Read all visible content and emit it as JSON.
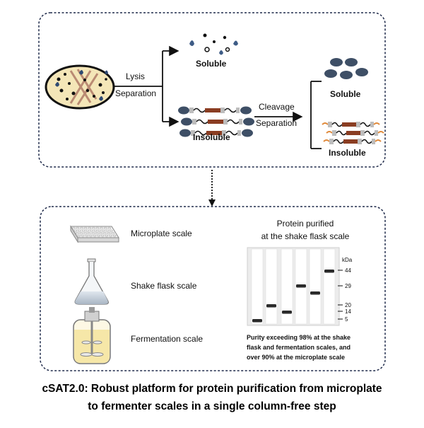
{
  "top_panel": {
    "lysis": "Lysis",
    "separation": "Separation",
    "soluble_upper": "Soluble",
    "insoluble_mid": "Insoluble",
    "cleavage": "Cleavage",
    "separation2": "Separation",
    "soluble_right": "Soluble",
    "insoluble_right": "Insoluble"
  },
  "bottom_panel": {
    "scales": [
      "Microplate scale",
      "Shake flask scale",
      "Fermentation scale"
    ],
    "gel_title_line1": "Protein purified",
    "gel_title_line2": "at the shake flask scale",
    "gel_unit": "kDa",
    "markers": [
      "44",
      "29",
      "20",
      "14",
      "5"
    ],
    "purity_line1": "Purity exceeding 98% at the shake",
    "purity_line2": "flask and fermentation scales, and",
    "purity_line3": "over 90% at the microplate scale"
  },
  "caption": {
    "line1": "cSAT2.0: Robust platform for protein purification from microplate",
    "line2": "to fermenter scales in a single column-free step"
  },
  "colors": {
    "dash_border": "#1f2a4a",
    "blob": "#3e4f66",
    "orange": "#e0893a",
    "brown": "#8a3d22",
    "gray_block": "#bdbdbd",
    "cell_fill": "#f4e6b8",
    "liquid": "#f6e7a8"
  }
}
